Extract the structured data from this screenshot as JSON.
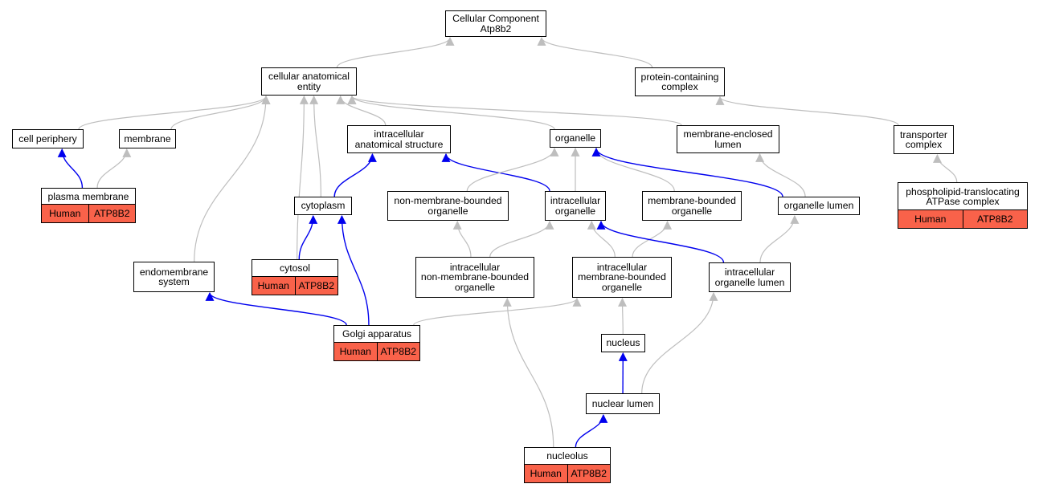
{
  "colors": {
    "is_a_edge": "#bebebe",
    "part_of_edge": "#0000ee",
    "annotation_fill": "#f9624a",
    "node_border": "#000000",
    "background": "#ffffff"
  },
  "nodes": [
    {
      "id": "cellular-component",
      "label": "Cellular Component\nAtp8b2"
    },
    {
      "id": "cellular-anatomical-entity",
      "label": "cellular anatomical\nentity"
    },
    {
      "id": "protein-containing-complex",
      "label": "protein-containing\ncomplex"
    },
    {
      "id": "cell-periphery",
      "label": "cell periphery"
    },
    {
      "id": "membrane",
      "label": "membrane"
    },
    {
      "id": "intracellular-anatomical-structure",
      "label": "intracellular\nanatomical structure"
    },
    {
      "id": "organelle",
      "label": "organelle"
    },
    {
      "id": "membrane-enclosed-lumen",
      "label": "membrane-enclosed\nlumen"
    },
    {
      "id": "transporter-complex",
      "label": "transporter\ncomplex"
    },
    {
      "id": "plasma-membrane",
      "label": "plasma membrane",
      "annotation": [
        "Human",
        "ATP8B2"
      ]
    },
    {
      "id": "cytoplasm",
      "label": "cytoplasm"
    },
    {
      "id": "non-membrane-bounded-organelle",
      "label": "non-membrane-bounded\norganelle"
    },
    {
      "id": "intracellular-organelle",
      "label": "intracellular\norganelle"
    },
    {
      "id": "membrane-bounded-organelle",
      "label": "membrane-bounded\norganelle"
    },
    {
      "id": "organelle-lumen",
      "label": "organelle lumen"
    },
    {
      "id": "phospholipid-translocating-atpase-complex",
      "label": "phospholipid-translocating\nATPase complex",
      "annotation": [
        "Human",
        "ATP8B2"
      ]
    },
    {
      "id": "endomembrane-system",
      "label": "endomembrane\nsystem"
    },
    {
      "id": "cytosol",
      "label": "cytosol",
      "annotation": [
        "Human",
        "ATP8B2"
      ]
    },
    {
      "id": "intracellular-non-membrane-bounded-organelle",
      "label": "intracellular\nnon-membrane-bounded\norganelle"
    },
    {
      "id": "intracellular-membrane-bounded-organelle",
      "label": "intracellular\nmembrane-bounded\norganelle"
    },
    {
      "id": "intracellular-organelle-lumen",
      "label": "intracellular\norganelle lumen"
    },
    {
      "id": "golgi-apparatus",
      "label": "Golgi apparatus",
      "annotation": [
        "Human",
        "ATP8B2"
      ]
    },
    {
      "id": "nucleus",
      "label": "nucleus"
    },
    {
      "id": "nuclear-lumen",
      "label": "nuclear lumen"
    },
    {
      "id": "nucleolus",
      "label": "nucleolus",
      "annotation": [
        "Human",
        "ATP8B2"
      ]
    }
  ],
  "edges": [
    {
      "from": "cellular-anatomical-entity",
      "to": "cellular-component",
      "relation": "is_a"
    },
    {
      "from": "protein-containing-complex",
      "to": "cellular-component",
      "relation": "is_a"
    },
    {
      "from": "cell-periphery",
      "to": "cellular-anatomical-entity",
      "relation": "is_a"
    },
    {
      "from": "membrane",
      "to": "cellular-anatomical-entity",
      "relation": "is_a"
    },
    {
      "from": "endomembrane-system",
      "to": "cellular-anatomical-entity",
      "relation": "is_a"
    },
    {
      "from": "cytosol",
      "to": "cellular-anatomical-entity",
      "relation": "is_a"
    },
    {
      "from": "cytoplasm",
      "to": "cellular-anatomical-entity",
      "relation": "is_a"
    },
    {
      "from": "intracellular-anatomical-structure",
      "to": "cellular-anatomical-entity",
      "relation": "is_a"
    },
    {
      "from": "organelle",
      "to": "cellular-anatomical-entity",
      "relation": "is_a"
    },
    {
      "from": "membrane-enclosed-lumen",
      "to": "cellular-anatomical-entity",
      "relation": "is_a"
    },
    {
      "from": "transporter-complex",
      "to": "protein-containing-complex",
      "relation": "is_a"
    },
    {
      "from": "plasma-membrane",
      "to": "cell-periphery",
      "relation": "part_of"
    },
    {
      "from": "plasma-membrane",
      "to": "membrane",
      "relation": "is_a"
    },
    {
      "from": "cytoplasm",
      "to": "intracellular-anatomical-structure",
      "relation": "part_of"
    },
    {
      "from": "intracellular-organelle",
      "to": "intracellular-anatomical-structure",
      "relation": "part_of"
    },
    {
      "from": "non-membrane-bounded-organelle",
      "to": "organelle",
      "relation": "is_a"
    },
    {
      "from": "intracellular-organelle",
      "to": "organelle",
      "relation": "is_a"
    },
    {
      "from": "membrane-bounded-organelle",
      "to": "organelle",
      "relation": "is_a"
    },
    {
      "from": "organelle-lumen",
      "to": "organelle",
      "relation": "part_of"
    },
    {
      "from": "organelle-lumen",
      "to": "membrane-enclosed-lumen",
      "relation": "is_a"
    },
    {
      "from": "phospholipid-translocating-atpase-complex",
      "to": "transporter-complex",
      "relation": "is_a"
    },
    {
      "from": "cytosol",
      "to": "cytoplasm",
      "relation": "part_of"
    },
    {
      "from": "golgi-apparatus",
      "to": "cytoplasm",
      "relation": "part_of"
    },
    {
      "from": "golgi-apparatus",
      "to": "endomembrane-system",
      "relation": "part_of"
    },
    {
      "from": "golgi-apparatus",
      "to": "intracellular-membrane-bounded-organelle",
      "relation": "is_a"
    },
    {
      "from": "intracellular-non-membrane-bounded-organelle",
      "to": "non-membrane-bounded-organelle",
      "relation": "is_a"
    },
    {
      "from": "intracellular-non-membrane-bounded-organelle",
      "to": "intracellular-organelle",
      "relation": "is_a"
    },
    {
      "from": "intracellular-membrane-bounded-organelle",
      "to": "intracellular-organelle",
      "relation": "is_a"
    },
    {
      "from": "intracellular-membrane-bounded-organelle",
      "to": "membrane-bounded-organelle",
      "relation": "is_a"
    },
    {
      "from": "intracellular-organelle-lumen",
      "to": "intracellular-organelle",
      "relation": "part_of"
    },
    {
      "from": "intracellular-organelle-lumen",
      "to": "organelle-lumen",
      "relation": "is_a"
    },
    {
      "from": "nucleus",
      "to": "intracellular-membrane-bounded-organelle",
      "relation": "is_a"
    },
    {
      "from": "nuclear-lumen",
      "to": "nucleus",
      "relation": "part_of"
    },
    {
      "from": "nuclear-lumen",
      "to": "intracellular-organelle-lumen",
      "relation": "is_a"
    },
    {
      "from": "nucleolus",
      "to": "nuclear-lumen",
      "relation": "part_of"
    },
    {
      "from": "nucleolus",
      "to": "intracellular-non-membrane-bounded-organelle",
      "relation": "is_a"
    }
  ]
}
